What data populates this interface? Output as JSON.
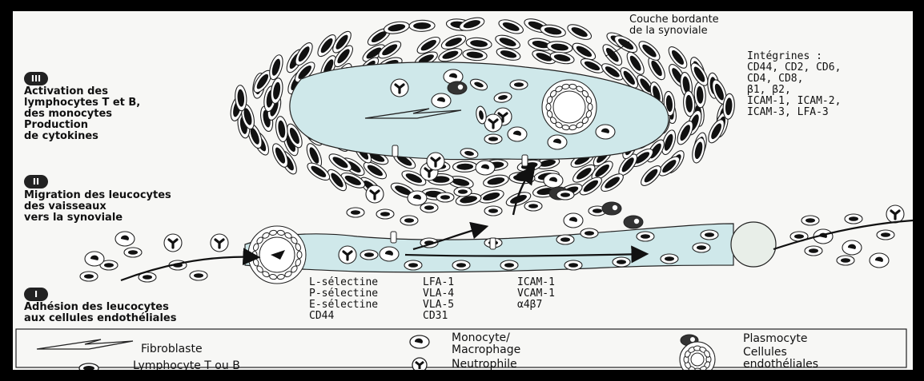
{
  "annotations": {
    "couche_bordante": "Couche bordante\nde la synoviale",
    "integrines": "Intégrines :\nCD44, CD2, CD6,\nCD4, CD8,\nβ1, β2,\nICAM-1, ICAM-2,\nICAM-3, LFA-3"
  },
  "stages": [
    {
      "numeral": "III",
      "text": "Activation des\nlymphocytes T et B,\ndes monocytes\nProduction\nde cytokines"
    },
    {
      "numeral": "II",
      "text": "Migration des leucocytes\ndes vaisseaux\nvers la synoviale"
    },
    {
      "numeral": "I",
      "text": "Adhésion des leucocytes\naux cellules endothéliales"
    }
  ],
  "molecules": {
    "col1": "L-sélectine\nP-sélectine\nE-sélectine\nCD44",
    "col2": "LFA-1\nVLA-4\nVLA-5\nCD31",
    "col3": "ICAM-1\nVCAM-1\nα4β7"
  },
  "legend": {
    "fibroblaste": "Fibroblaste",
    "lymphocyte": "Lymphocyte T ou B",
    "monocyte": "Monocyte/\nMacrophage",
    "neutrophile": "Neutrophile",
    "plasmocyte": "Plasmocyte",
    "cellules_endotheliales": "Cellules\nendothéliales"
  }
}
